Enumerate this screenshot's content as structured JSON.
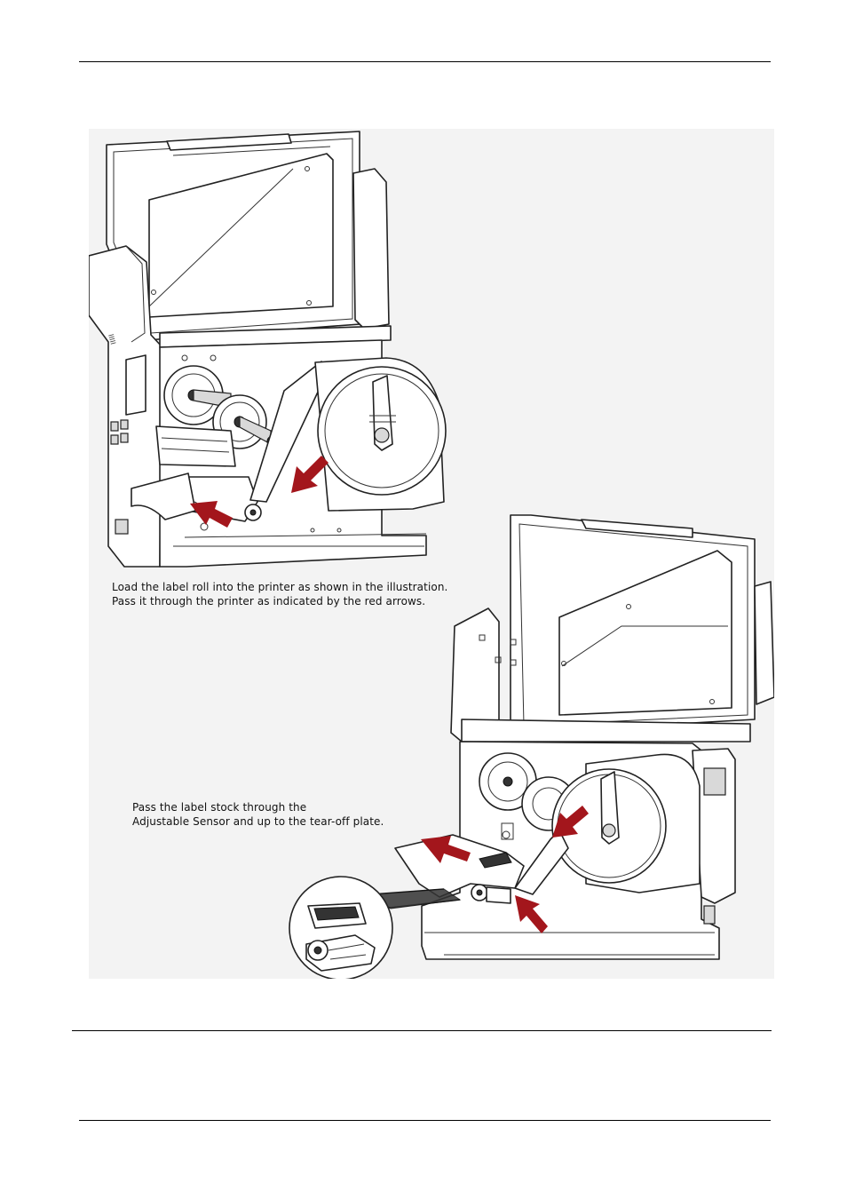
{
  "page": {
    "captions": {
      "step_load": {
        "line1": "Load the label roll into the printer as shown in the illustration.",
        "line2": "Pass it through the printer as indicated by the red arrows."
      },
      "step_sensor": {
        "line1": "Pass the label stock through the",
        "line2": "Adjustable Sensor and up to the tear-off plate."
      }
    },
    "figure": {
      "icons": [
        "printer-top-illustration",
        "printer-bottom-illustration",
        "sensor-zoom-illustration"
      ],
      "colors": {
        "arrow": "#a3161c",
        "line": "#222222",
        "figure_background": "#f3f3f3"
      }
    }
  }
}
